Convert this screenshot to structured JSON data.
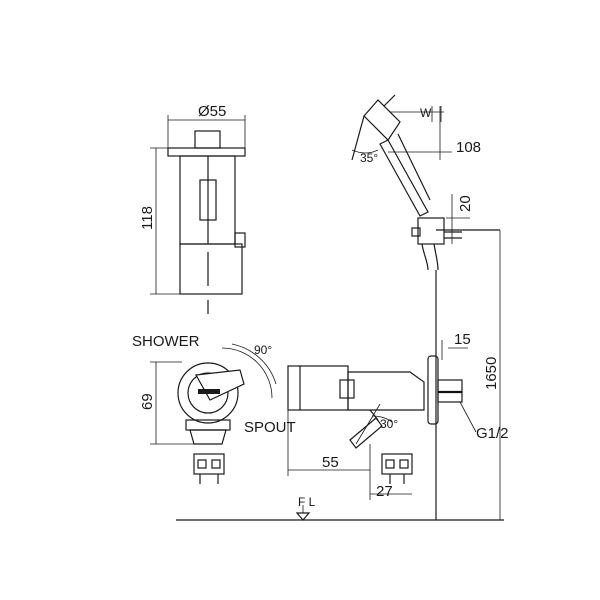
{
  "dimensions": {
    "diameter": "Ø55",
    "height_body": "118",
    "depth_wall": "108",
    "bracket": "20",
    "install_height": "1650",
    "offset_15": "15",
    "height_69": "69",
    "spout_length": "55",
    "pipe_offset": "27",
    "thread": "G1/2"
  },
  "angles": {
    "handle_tilt": "35°",
    "lever_rotation": "90°",
    "spout_angle": "30°"
  },
  "labels": {
    "shower": "SHOWER",
    "spout": "SPOUT",
    "floor_level": "F L",
    "wall_marker": "W"
  }
}
